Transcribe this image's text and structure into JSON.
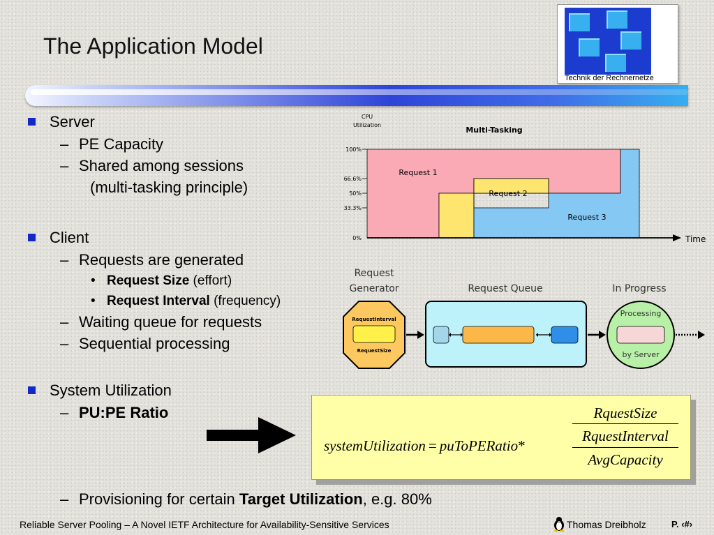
{
  "slide": {
    "title": "The Application Model",
    "logo_text": "Technik der Rechnernetze"
  },
  "bullets": {
    "server": {
      "label": "Server",
      "items": [
        "PE Capacity",
        "Shared among sessions",
        "(multi-tasking principle)"
      ]
    },
    "client": {
      "label": "Client",
      "requests": "Requests are generated",
      "req_size_bold": "Request Size",
      "req_size_rest": " (effort)",
      "req_interval_bold": "Request Interval",
      "req_interval_rest": " (frequency)",
      "waiting": "Waiting queue for requests",
      "sequential": "Sequential processing"
    },
    "system": {
      "label": "System Utilization",
      "ratio": "PU:PE Ratio",
      "prov_pre": "Provisioning for certain ",
      "prov_bold": "Target Utilization",
      "prov_post": ", e.g. 80%"
    },
    "dash": "–",
    "bullet_dot": "•"
  },
  "chart": {
    "title": "Multi-Tasking",
    "y_label_1": "CPU",
    "y_label_2": "Utilization",
    "x_label": "Time",
    "ticks": [
      "100%",
      "66.6%",
      "50%",
      "33.3%",
      "0%"
    ],
    "labels": [
      "Request 1",
      "Request 2",
      "Request 3"
    ],
    "colors": [
      "#f9aab4",
      "#fde570",
      "#86c8f4"
    ]
  },
  "queue": {
    "generator_1": "Request",
    "generator_2": "Generator",
    "queue_label": "Request Queue",
    "progress_label": "In Progress",
    "ri": "RequestInterval",
    "rs": "RequestSize",
    "processing": "Processing",
    "by_server": "by Server"
  },
  "equation": {
    "lhs": "systemUtilization",
    "eq": "=",
    "mid": "puToPERatio",
    "times": "*",
    "num": "RquestSize",
    "den_num": "RquestInterval",
    "den_den": "AvgCapacity"
  },
  "footer": {
    "left": "Reliable Server Pooling – A Novel IETF Architecture for Availability-Sensitive Services",
    "author": "Thomas Dreibholz",
    "page": "P. ‹#›"
  }
}
